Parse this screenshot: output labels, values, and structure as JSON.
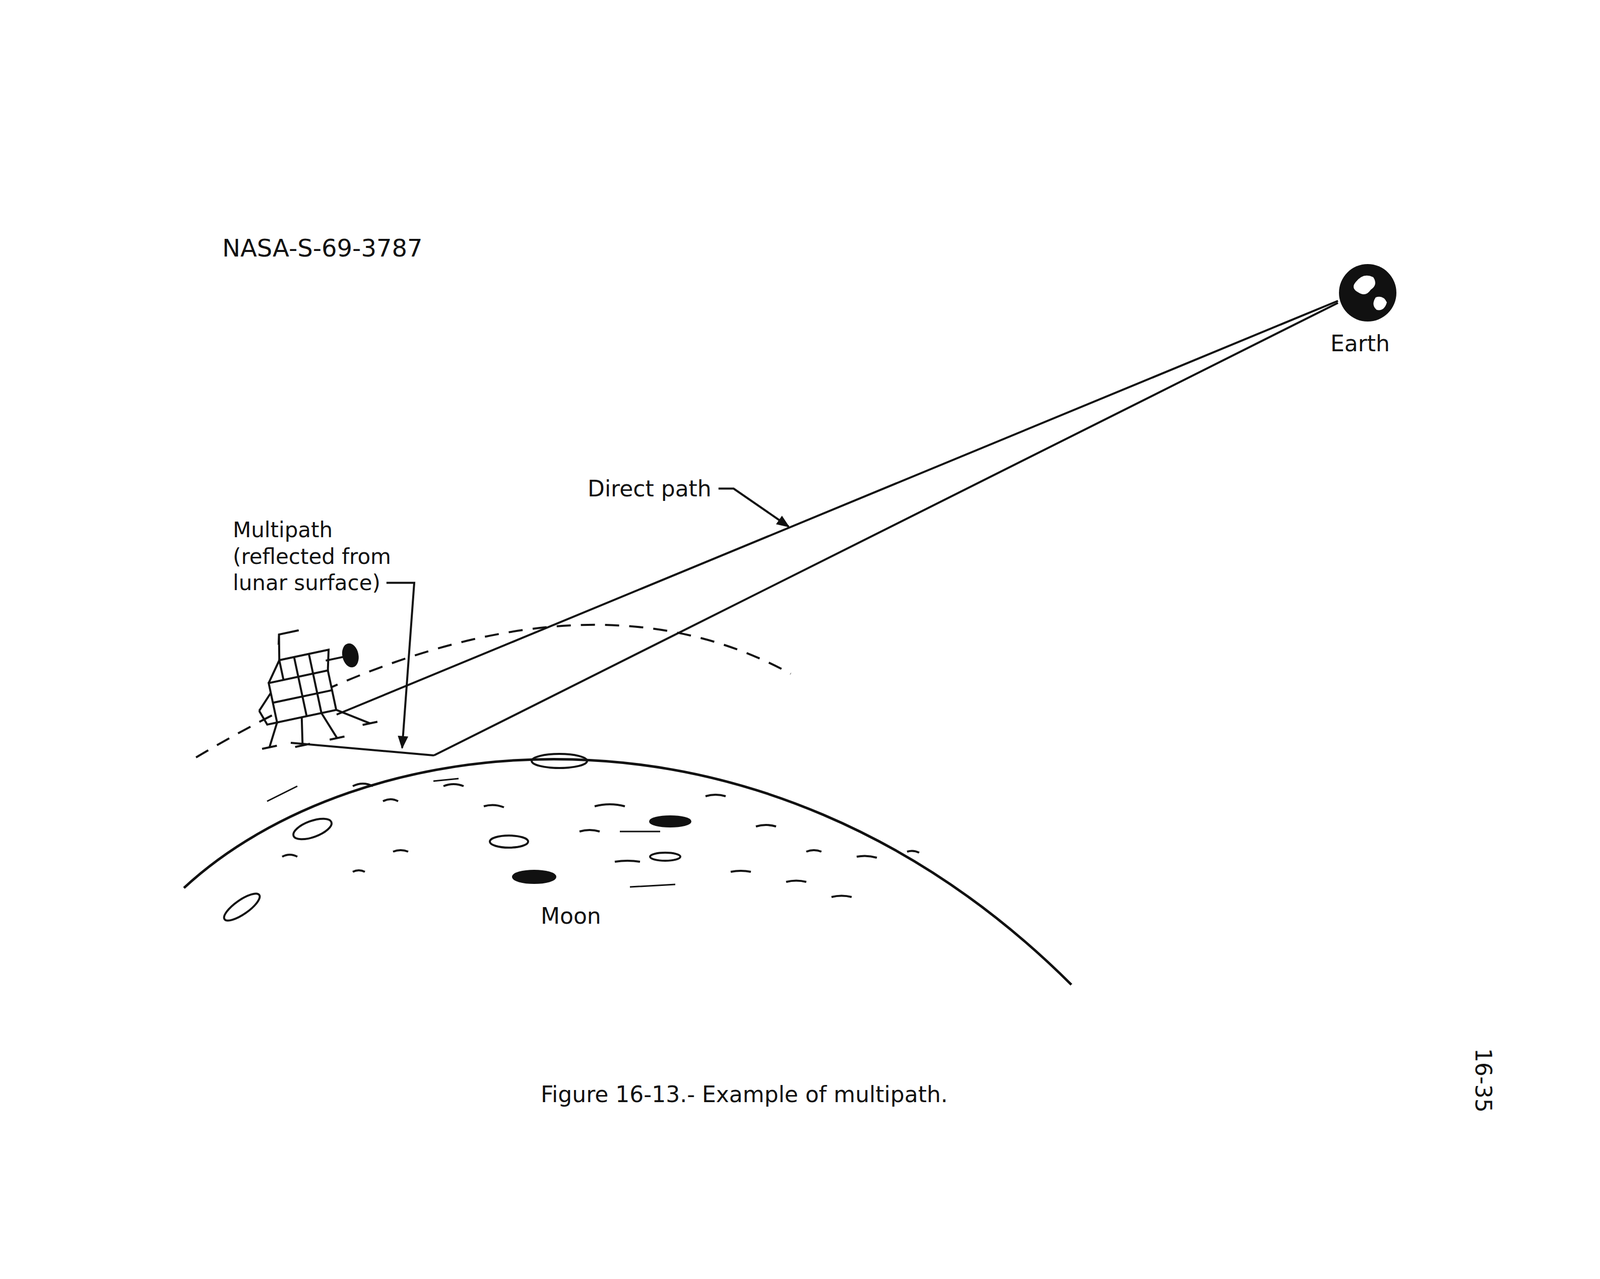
{
  "diagram": {
    "caption": "Figure 16-13.- Example of multipath.",
    "labels": [
      "NASA-S-69-3787",
      "Direct path",
      "Multipath (reflected from lunar surface)",
      "Earth",
      "Moon",
      "16-35"
    ]
  }
}
